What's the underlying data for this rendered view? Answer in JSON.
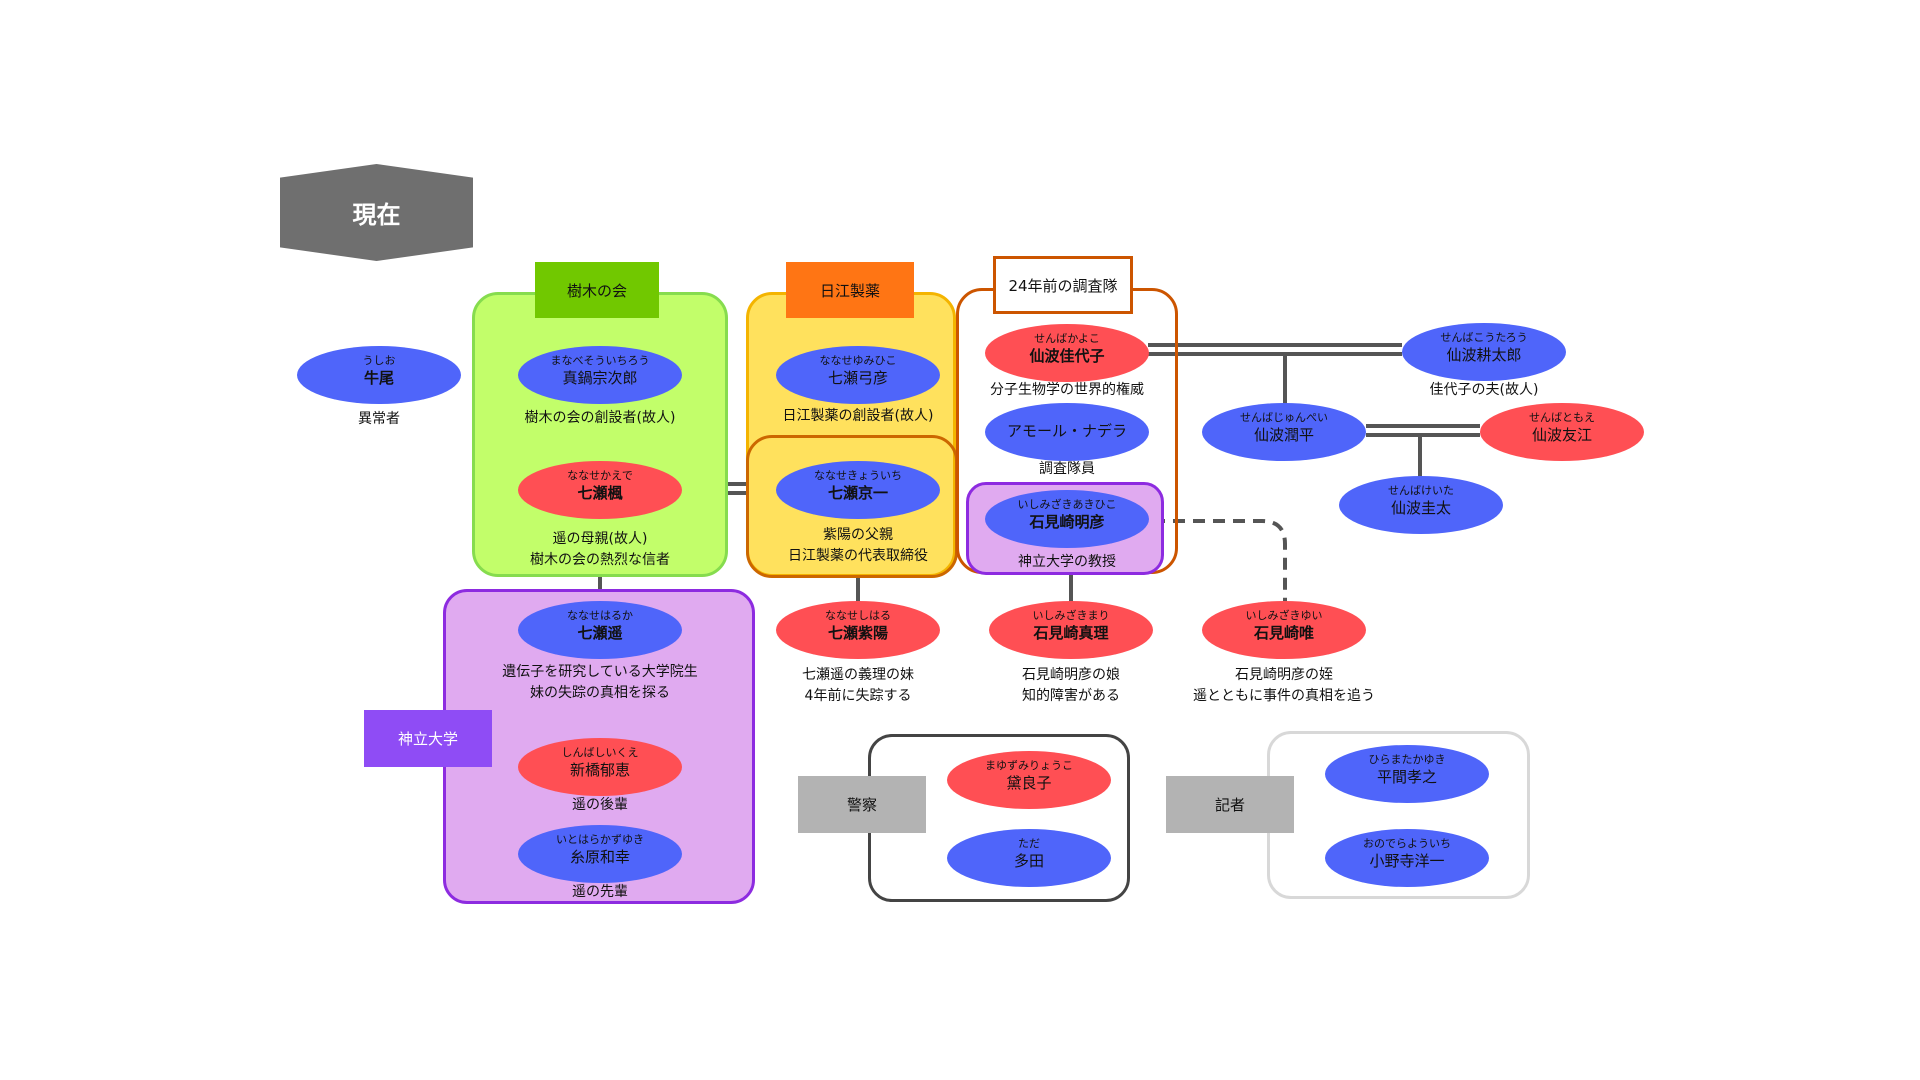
{
  "header": {
    "current_label": "現在"
  },
  "groups": {
    "juki": "樹木の会",
    "nikko": "日江製薬",
    "chosa": "24年前の調査隊",
    "shinri": "神立大学",
    "keisatsu": "警察",
    "kisha": "記者"
  },
  "people": {
    "ushio": {
      "ruby": "うしお",
      "name": "牛尾",
      "desc": [
        "異常者"
      ]
    },
    "manabe": {
      "ruby": "まなべそういちろう",
      "name": "真鍋宗次郎",
      "desc": [
        "樹木の会の創設者(故人)"
      ]
    },
    "kaede": {
      "ruby": "ななせかえで",
      "name": "七瀬楓",
      "desc": [
        "遥の母親(故人)",
        "樹木の会の熱烈な信者"
      ]
    },
    "haruka": {
      "ruby": "ななせはるか",
      "name": "七瀬遥",
      "desc": [
        "遺伝子を研究している大学院生",
        "妹の失踪の真相を探る"
      ]
    },
    "ikue": {
      "ruby": "しんばしいくえ",
      "name": "新橋郁恵",
      "desc": [
        "遥の後輩"
      ]
    },
    "kazuyuki": {
      "ruby": "いとはらかずゆき",
      "name": "糸原和幸",
      "desc": [
        "遥の先輩"
      ]
    },
    "yumihiko": {
      "ruby": "ななせゆみひこ",
      "name": "七瀬弓彦",
      "desc": [
        "日江製薬の創設者(故人)"
      ]
    },
    "kyoichi": {
      "ruby": "ななせきょういち",
      "name": "七瀬京一",
      "desc": [
        "紫陽の父親",
        "日江製薬の代表取締役"
      ]
    },
    "shiharu": {
      "ruby": "ななせしはる",
      "name": "七瀬紫陽",
      "desc": [
        "七瀬遥の義理の妹",
        "4年前に失踪する"
      ]
    },
    "kayoko": {
      "ruby": "せんばかよこ",
      "name": "仙波佳代子",
      "desc": [
        "分子生物学の世界的権威"
      ]
    },
    "amor": {
      "ruby": "",
      "name": "アモール・ナデラ",
      "desc": [
        "調査隊員"
      ]
    },
    "akihiko": {
      "ruby": "いしみざきあきひこ",
      "name": "石見崎明彦",
      "desc": [
        "神立大学の教授"
      ]
    },
    "mari": {
      "ruby": "いしみざきまり",
      "name": "石見崎真理",
      "desc": [
        "石見崎明彦の娘",
        "知的障害がある"
      ]
    },
    "yui": {
      "ruby": "いしみざきゆい",
      "name": "石見崎唯",
      "desc": [
        "石見崎明彦の姪",
        "遥とともに事件の真相を追う"
      ]
    },
    "kotaro": {
      "ruby": "せんばこうたろう",
      "name": "仙波耕太郎",
      "desc": [
        "佳代子の夫(故人)"
      ]
    },
    "junpei": {
      "ruby": "せんばじゅんぺい",
      "name": "仙波潤平",
      "desc": []
    },
    "tomoe": {
      "ruby": "せんばともえ",
      "name": "仙波友江",
      "desc": []
    },
    "keita": {
      "ruby": "せんばけいた",
      "name": "仙波圭太",
      "desc": []
    },
    "mayuzumi": {
      "ruby": "まゆずみりょうこ",
      "name": "黛良子",
      "desc": []
    },
    "tada": {
      "ruby": "ただ",
      "name": "多田",
      "desc": []
    },
    "hirama": {
      "ruby": "ひらまたかゆき",
      "name": "平間孝之",
      "desc": []
    },
    "onodera": {
      "ruby": "おのでらよういち",
      "name": "小野寺洋一",
      "desc": []
    }
  },
  "colors": {
    "male": "#4f65fa",
    "female": "#ff4f54",
    "line": "#555555"
  }
}
